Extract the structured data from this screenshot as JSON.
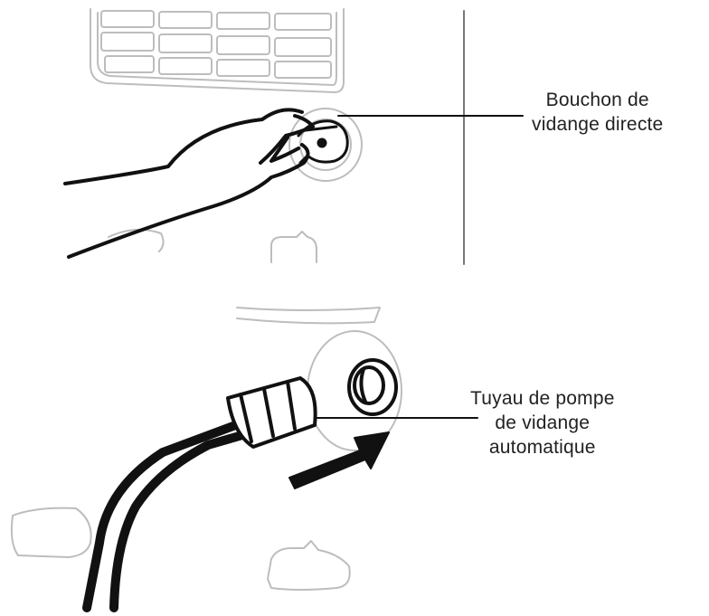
{
  "callouts": {
    "drain_plug": {
      "line1": "Bouchon de",
      "line2": "vidange directe"
    },
    "pump_hose": {
      "line1": "Tuyau de pompe",
      "line2": "de vidange",
      "line3": "automatique"
    }
  },
  "colors": {
    "ink": "#111111",
    "light_outline": "#bdbdbd",
    "text": "#222222",
    "background": "#ffffff"
  },
  "icons": [
    "hand-icon",
    "drain-plug-icon",
    "drain-hose-icon",
    "arrow-icon",
    "drain-port-icon"
  ]
}
